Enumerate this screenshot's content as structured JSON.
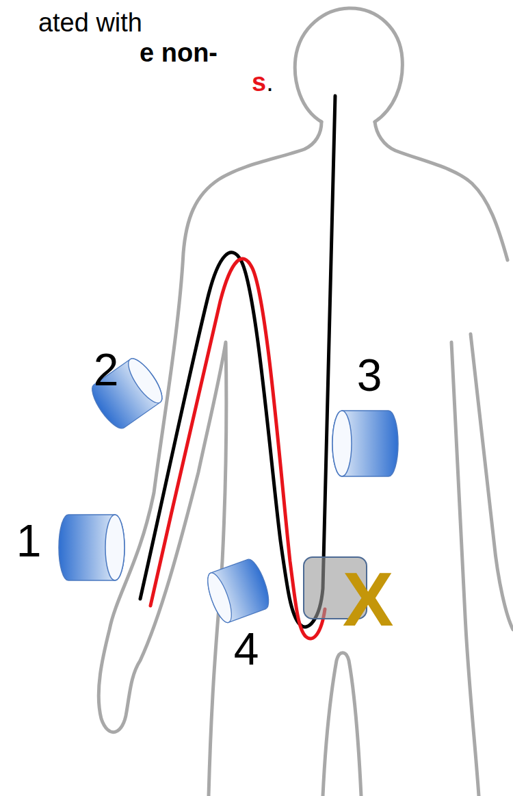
{
  "diagram": {
    "labels": [
      "ated with",
      "e non-",
      "s",
      ".",
      "2",
      "3",
      "1",
      "4",
      "X"
    ]
  }
}
